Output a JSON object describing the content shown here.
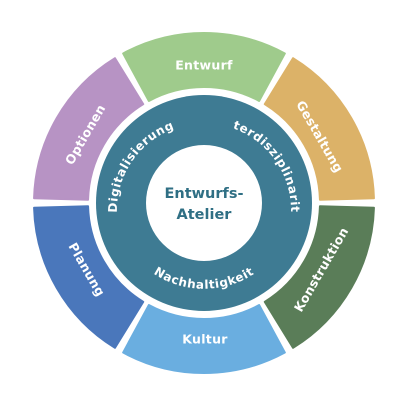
{
  "center": {
    "lines": [
      "Entwurfs-",
      "Atelier"
    ],
    "color": "#2f6f84",
    "fill": "#ffffff"
  },
  "inner_ring": {
    "color": "#3e7b93",
    "items": [
      {
        "label": "Digitalisierung"
      },
      {
        "label": "Interdisziplinarität"
      },
      {
        "label": "Nachhaltigkeit"
      }
    ]
  },
  "outer_ring": {
    "segments": [
      {
        "label": "Entwurf",
        "color": "#9fcb8c"
      },
      {
        "label": "Gestaltung",
        "color": "#dcb268"
      },
      {
        "label": "Konstruktion",
        "color": "#5a7d58"
      },
      {
        "label": "Kultur",
        "color": "#6aaee0"
      },
      {
        "label": "Planung",
        "color": "#4a77bb"
      },
      {
        "label": "Optionen",
        "color": "#b793c4"
      }
    ]
  }
}
